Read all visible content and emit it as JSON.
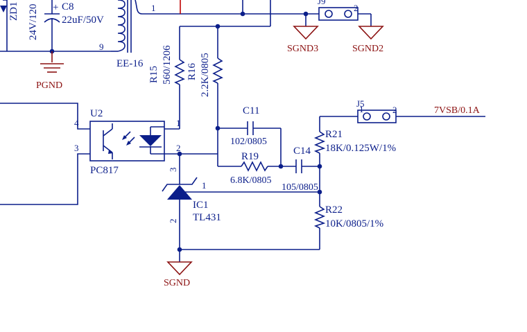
{
  "components": {
    "zd": {
      "ref": "ZD1",
      "value": "24V/120"
    },
    "c8": {
      "ref": "C8",
      "value": "22uF/50V",
      "polarity": "+"
    },
    "transformer": {
      "ref": "EE-16",
      "pin_top": "1",
      "pin_bottom": "9"
    },
    "r15": {
      "ref": "R15",
      "value": "560/1206"
    },
    "r16": {
      "ref": "R16",
      "value": "2.2K/0805"
    },
    "j9": {
      "ref": "J9",
      "pin2": "2"
    },
    "u2": {
      "ref": "U2",
      "part": "PC817",
      "pin1": "1",
      "pin2": "2",
      "pin3": "3",
      "pin4": "4"
    },
    "c11": {
      "ref": "C11",
      "value": "102/0805"
    },
    "r19": {
      "ref": "R19",
      "value": "6.8K/0805"
    },
    "c14": {
      "ref": "C14",
      "value": "105/0805"
    },
    "j5": {
      "ref": "J5",
      "pin1": "1",
      "pin2": "2"
    },
    "r21": {
      "ref": "R21",
      "value": "18K/0.125W/1%"
    },
    "r22": {
      "ref": "R22",
      "value": "10K/0805/1%"
    },
    "ic1": {
      "ref": "IC1",
      "part": "TL431",
      "pin1": "1",
      "pin2": "2",
      "pin3": "3"
    }
  },
  "nets": {
    "sgnd3": "SGND3",
    "sgnd2": "SGND2",
    "pgnd": "PGND",
    "sgnd": "SGND",
    "vsb": "7VSB/0.1A"
  },
  "colors": {
    "wire": "#0b1e8a",
    "ground_symbol": "#8b1010",
    "accent_red": "#c00000"
  }
}
